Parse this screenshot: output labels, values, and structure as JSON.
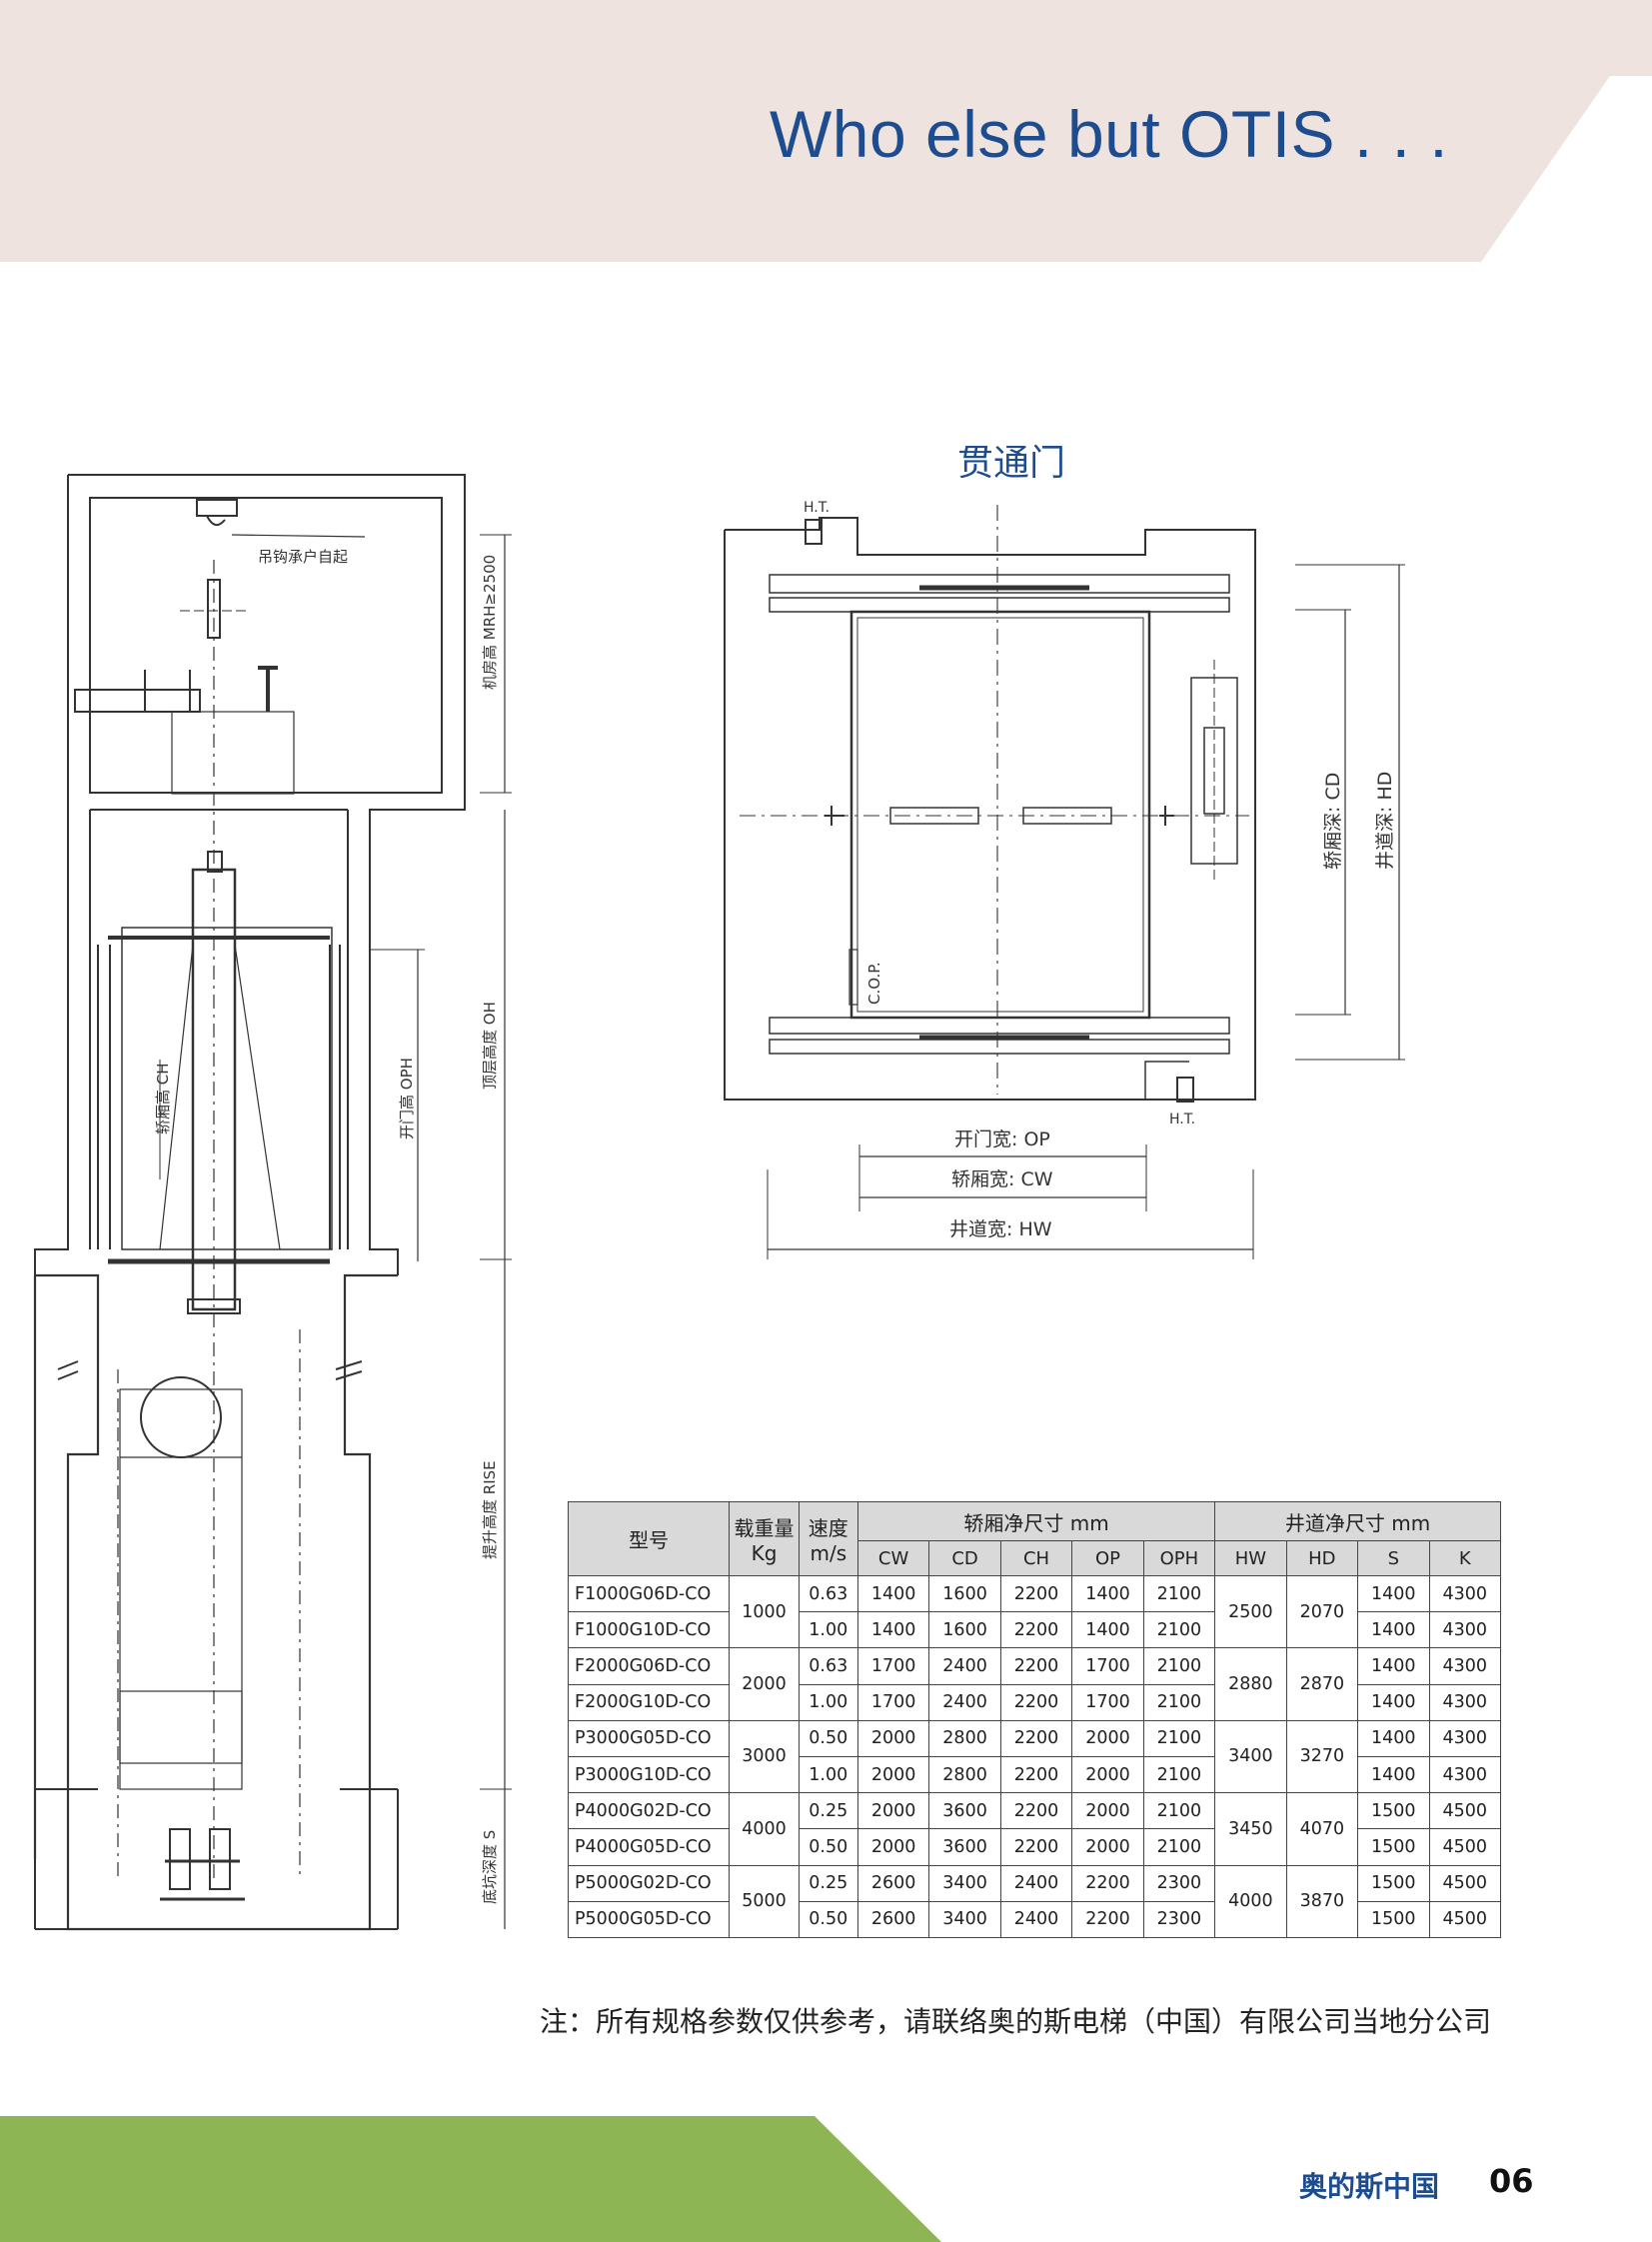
{
  "header": {
    "slogan": "Who else but OTIS . . ."
  },
  "section_title": "贯通门",
  "drawing_labels": {
    "hook": "吊钩",
    "hook_label": "吊钩承户自起",
    "overhead": "顶层高度 OH",
    "car_height": "轿厢高 CH",
    "opening_height": "开门高 OPH",
    "travel": "提升高度 RISE",
    "pit": "底坑深度 S",
    "top_dim": "机房高 MRH≥2500",
    "cop": "C.O.P.",
    "car_depth": "轿厢深: CD",
    "hoistway_depth": "井道深: HD",
    "door_width": "开门宽: OP",
    "car_width": "轿厢宽: CW",
    "hoistway_width": "井道宽: HW",
    "ht_top": "H.T.",
    "ht_bottom": "H.T."
  },
  "table": {
    "headers": {
      "model": "型号",
      "load": "载重量\nKg",
      "load_line1": "载重量",
      "load_line2": "Kg",
      "speed_line1": "速度",
      "speed_line2": "m/s",
      "car_group": "轿厢净尺寸 mm",
      "hoistway_group": "井道净尺寸 mm",
      "car_cols": [
        "CW",
        "CD",
        "CH",
        "OP",
        "OPH"
      ],
      "hoistway_cols": [
        "HW",
        "HD",
        "S",
        "K"
      ]
    },
    "groups": [
      {
        "load": "1000",
        "hw": "2500",
        "hd": "2070",
        "rows": [
          {
            "model": "F1000G06D-CO",
            "speed": "0.63",
            "cw": "1400",
            "cd": "1600",
            "ch": "2200",
            "op": "1400",
            "oph": "2100",
            "s": "1400",
            "k": "4300"
          },
          {
            "model": "F1000G10D-CO",
            "speed": "1.00",
            "cw": "1400",
            "cd": "1600",
            "ch": "2200",
            "op": "1400",
            "oph": "2100",
            "s": "1400",
            "k": "4300"
          }
        ]
      },
      {
        "load": "2000",
        "hw": "2880",
        "hd": "2870",
        "rows": [
          {
            "model": "F2000G06D-CO",
            "speed": "0.63",
            "cw": "1700",
            "cd": "2400",
            "ch": "2200",
            "op": "1700",
            "oph": "2100",
            "s": "1400",
            "k": "4300"
          },
          {
            "model": "F2000G10D-CO",
            "speed": "1.00",
            "cw": "1700",
            "cd": "2400",
            "ch": "2200",
            "op": "1700",
            "oph": "2100",
            "s": "1400",
            "k": "4300"
          }
        ]
      },
      {
        "load": "3000",
        "hw": "3400",
        "hd": "3270",
        "rows": [
          {
            "model": "P3000G05D-CO",
            "speed": "0.50",
            "cw": "2000",
            "cd": "2800",
            "ch": "2200",
            "op": "2000",
            "oph": "2100",
            "s": "1400",
            "k": "4300"
          },
          {
            "model": "P3000G10D-CO",
            "speed": "1.00",
            "cw": "2000",
            "cd": "2800",
            "ch": "2200",
            "op": "2000",
            "oph": "2100",
            "s": "1400",
            "k": "4300"
          }
        ]
      },
      {
        "load": "4000",
        "hw": "3450",
        "hd": "4070",
        "rows": [
          {
            "model": "P4000G02D-CO",
            "speed": "0.25",
            "cw": "2000",
            "cd": "3600",
            "ch": "2200",
            "op": "2000",
            "oph": "2100",
            "s": "1500",
            "k": "4500"
          },
          {
            "model": "P4000G05D-CO",
            "speed": "0.50",
            "cw": "2000",
            "cd": "3600",
            "ch": "2200",
            "op": "2000",
            "oph": "2100",
            "s": "1500",
            "k": "4500"
          }
        ]
      },
      {
        "load": "5000",
        "hw": "4000",
        "hd": "3870",
        "rows": [
          {
            "model": "P5000G02D-CO",
            "speed": "0.25",
            "cw": "2600",
            "cd": "3400",
            "ch": "2400",
            "op": "2200",
            "oph": "2300",
            "s": "1500",
            "k": "4500"
          },
          {
            "model": "P5000G05D-CO",
            "speed": "0.50",
            "cw": "2600",
            "cd": "3400",
            "ch": "2400",
            "op": "2200",
            "oph": "2300",
            "s": "1500",
            "k": "4500"
          }
        ]
      }
    ]
  },
  "note": "注：所有规格参数仅供参考，请联络奥的斯电梯（中国）有限公司当地分公司",
  "footer": {
    "brand": "奥的斯中国",
    "page": "06"
  },
  "colors": {
    "header_bg": "#efe3df",
    "brand_blue": "#1d4c8f",
    "footer_green": "#8db553",
    "table_header_bg": "#d9d9d9"
  }
}
